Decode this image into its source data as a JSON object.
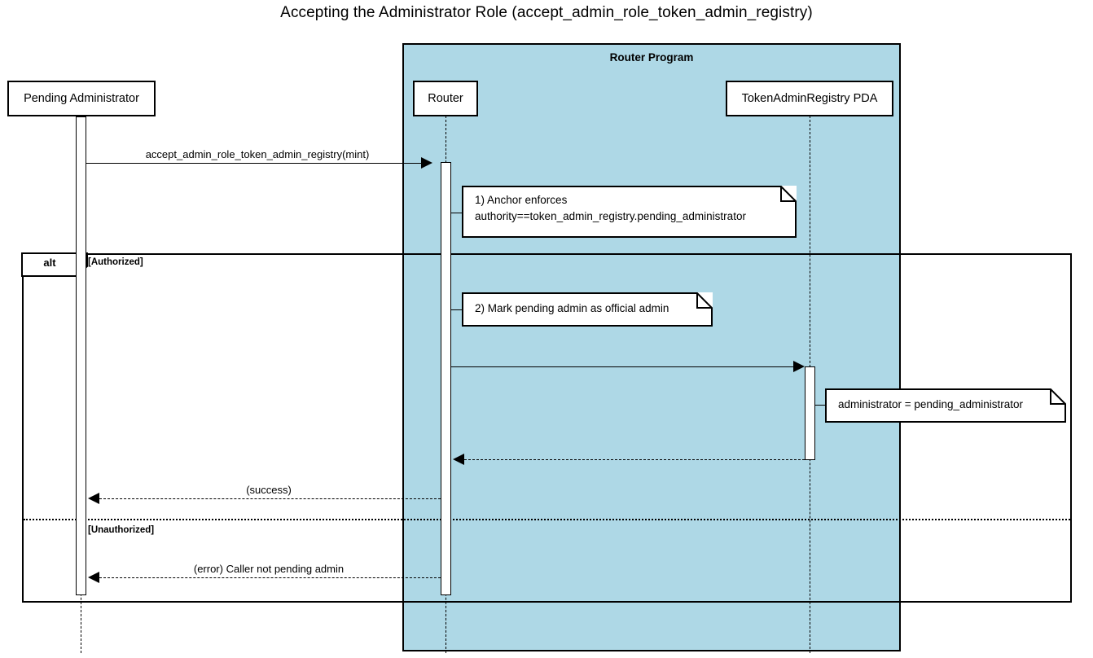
{
  "diagram": {
    "type": "uml-sequence-diagram",
    "title": "Accepting the Administrator Role (accept_admin_role_token_admin_registry)",
    "colors": {
      "group_fill": "#aed8e6",
      "stroke": "#000000",
      "participant_fill": "#ffffff",
      "note_fill": "#ffffff"
    }
  },
  "group": {
    "label": "Router Program"
  },
  "participants": [
    {
      "name": "Pending Administrator"
    },
    {
      "name": "Router"
    },
    {
      "name": "TokenAdminRegistry PDA"
    }
  ],
  "messages": [
    {
      "id": "m1",
      "label": "accept_admin_role_token_admin_registry(mint)",
      "kind": "call",
      "from": "Pending Administrator",
      "to": "Router"
    },
    {
      "id": "m2",
      "label": "",
      "kind": "call",
      "from": "Router",
      "to": "TokenAdminRegistry PDA"
    },
    {
      "id": "m3",
      "label": "",
      "kind": "return",
      "from": "TokenAdminRegistry PDA",
      "to": "Router"
    },
    {
      "id": "m4",
      "label": "(success)",
      "kind": "return",
      "from": "Router",
      "to": "Pending Administrator"
    },
    {
      "id": "m5",
      "label": "(error) Caller not pending admin",
      "kind": "return",
      "from": "Router",
      "to": "Pending Administrator"
    }
  ],
  "notes": [
    {
      "id": "n1",
      "text": "1) Anchor enforces\nauthority==token_admin_registry.pending_administrator",
      "attached_to": "Router"
    },
    {
      "id": "n2",
      "text": "2) Mark pending admin as official admin",
      "attached_to": "Router"
    },
    {
      "id": "n3",
      "text": "administrator = pending_administrator",
      "attached_to": "TokenAdminRegistry PDA"
    }
  ],
  "fragment": {
    "operator": "alt",
    "guards": [
      {
        "id": "g1",
        "label": "[Authorized]"
      },
      {
        "id": "g2",
        "label": "[Unauthorized]"
      }
    ]
  }
}
